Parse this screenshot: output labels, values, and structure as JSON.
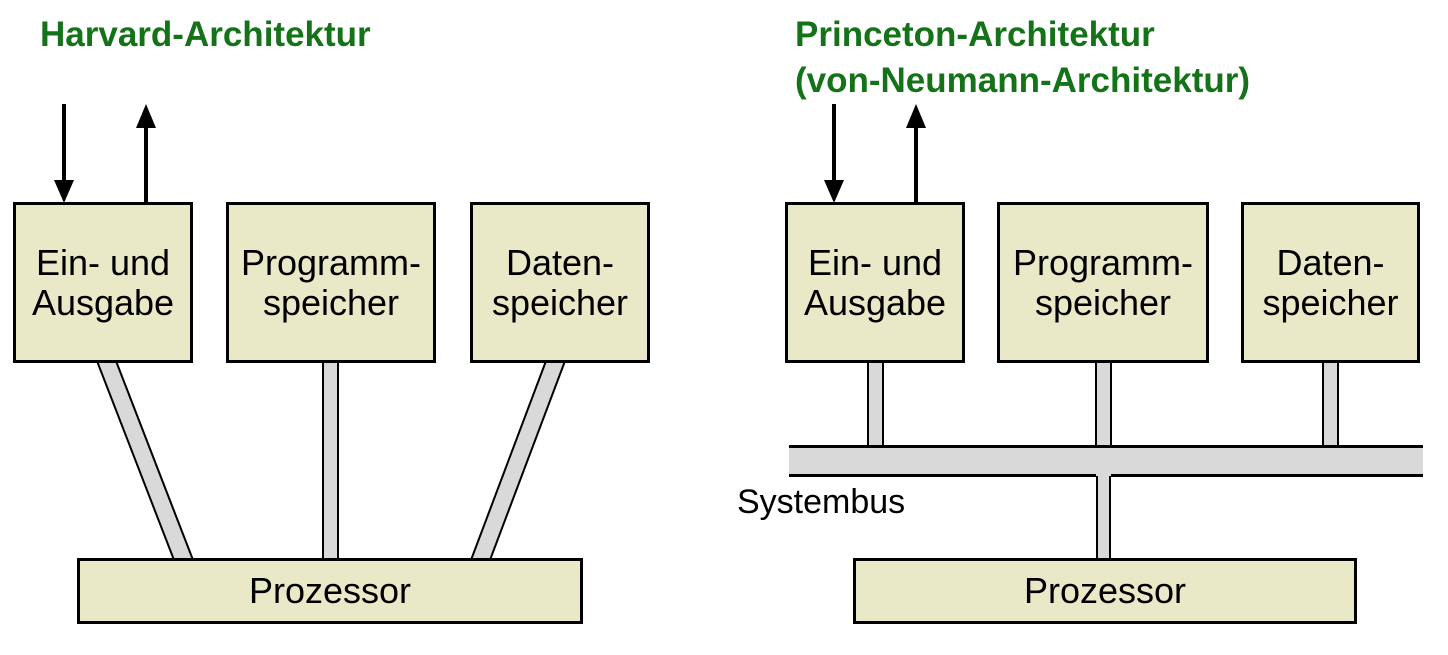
{
  "colors": {
    "title_green": "#147319",
    "box_fill": "#e9e9c7",
    "box_border": "#000000",
    "connector_fill": "#d9d9d9",
    "connector_stroke": "#000000",
    "text": "#000000",
    "background": "#ffffff"
  },
  "harvard": {
    "title": "Harvard-Architektur",
    "boxes": {
      "io": "Ein- und\nAusgabe",
      "program": "Programm-\nspeicher",
      "data": "Daten-\nspeicher",
      "processor": "Prozessor"
    }
  },
  "princeton": {
    "title_line1": "Princeton-Architektur",
    "title_line2": "(von-Neumann-Architektur)",
    "bus_label": "Systembus",
    "boxes": {
      "io": "Ein- und\nAusgabe",
      "program": "Programm-\nspeicher",
      "data": "Daten-\nspeicher",
      "processor": "Prozessor"
    }
  }
}
